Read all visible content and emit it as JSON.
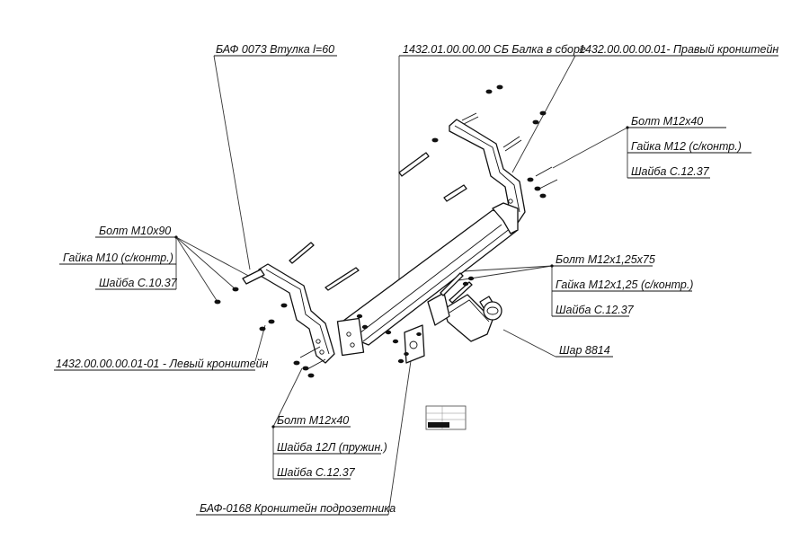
{
  "labels": {
    "bushing": "БАФ 0073 Втулка l=60",
    "beam_assembly": "1432.01.00.00.00 СБ Балка в сборе",
    "right_bracket": "1432.00.00.00.01- Правый кронштейн",
    "right_bolt": "Болт М12х40",
    "right_nut": "Гайка М12 (с/контр.)",
    "right_washer": "Шайба С.12.37",
    "left_bolt": "Болт М10х90",
    "left_nut": "Гайка М10 (с/контр.)",
    "left_washer": "Шайба С.10.37",
    "mid_bolt": "Болт М12х1,25х75",
    "mid_nut": "Гайка М12х1,25 (с/контр.)",
    "mid_washer": "Шайба С.12.37",
    "ball": "Шар 8814",
    "left_bracket": "1432.00.00.00.01-01 - Левый кронштейн",
    "bottom_bolt": "Болт М12х40",
    "bottom_spring_washer": "Шайба 12Л (пружин.)",
    "bottom_washer": "Шайба С.12.37",
    "socket_bracket": "БАФ-0168 Кронштейн подрозетника"
  }
}
